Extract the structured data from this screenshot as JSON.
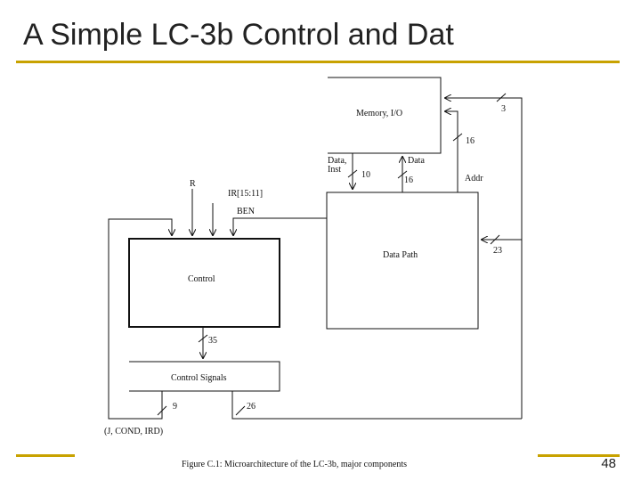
{
  "slide": {
    "title": "A Simple LC-3b Control and Dat",
    "page_number": "48",
    "accent_color": "#c8a200"
  },
  "diagram": {
    "blocks": {
      "memory": "Memory, I/O",
      "control": "Control",
      "datapath": "Data Path",
      "control_signals": "Control Signals"
    },
    "labels": {
      "r": "R",
      "ir": "IR[15:11]",
      "ben": "BEN",
      "data_inst": "Data,",
      "inst": "Inst",
      "data": "Data",
      "addr": "Addr",
      "jcond": "(J, COND, IRD)"
    },
    "bus_widths": {
      "mem_ctrl": "3",
      "mem_addr": "16",
      "data_inst": "10",
      "data": "16",
      "datapath_ctrl": "23",
      "control_signals": "35",
      "j_cond": "9",
      "ctrl_out": "26"
    },
    "caption": "Figure C.1: Microarchitecture of the LC-3b, major components"
  }
}
